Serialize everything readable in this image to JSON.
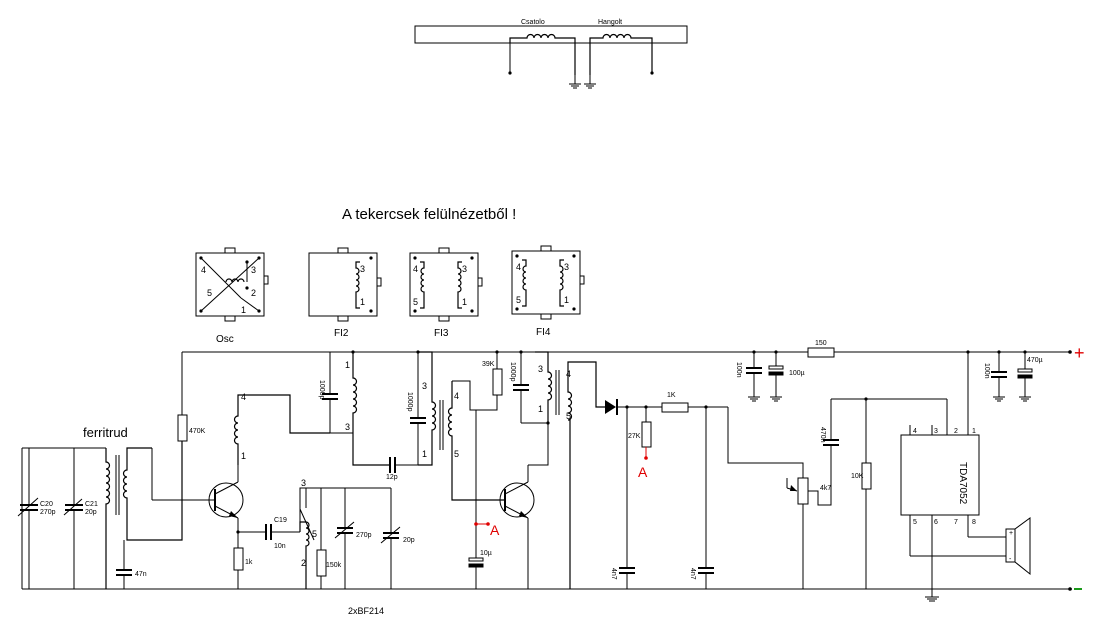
{
  "top_coils": {
    "coupling": "Csatolo",
    "tuned": "Hangolt"
  },
  "heading": "A tekercsek felülnézetből !",
  "coil_views": [
    {
      "name": "Osc",
      "pins": [
        "4",
        "3",
        "2",
        "5",
        "1"
      ]
    },
    {
      "name": "FI2",
      "pins": [
        "3",
        "1"
      ]
    },
    {
      "name": "FI3",
      "pins": [
        "4",
        "3",
        "5",
        "1"
      ]
    },
    {
      "name": "FI4",
      "pins": [
        "4",
        "3",
        "5",
        "1"
      ]
    }
  ],
  "labels": {
    "ferrite": "ferritrud",
    "transistors": "2xBF214",
    "ic": "TDA7052",
    "point_a": "A",
    "plus": "+",
    "minus": "-"
  },
  "components": {
    "c20": "C20",
    "c20v": "270p",
    "c21": "C21",
    "c21v": "20p",
    "c47n": "47n",
    "r470k": "470K",
    "r1k": "1k",
    "c19": "C19",
    "c19v": "10n",
    "r150k": "150k",
    "c270p": "270p",
    "c20p": "20p",
    "c1000p_a": "1000p",
    "c1000p_b": "1000p",
    "c12p": "12p",
    "r39k": "39K",
    "c10u": "10µ",
    "c1000p_c": "1000p",
    "r27k": "27K",
    "r1k_b": "1K",
    "c4n7_a": "4n7",
    "c4n7_b": "4n7",
    "c100n_a": "100n",
    "c100u": "100µ",
    "r150": "150",
    "c470n": "470n",
    "pot4k7": "4k7",
    "r10k": "10K",
    "c100n_b": "100n",
    "c470u": "470µ"
  },
  "ic_pins": [
    "4",
    "3",
    "2",
    "1",
    "5",
    "6",
    "7",
    "8"
  ]
}
